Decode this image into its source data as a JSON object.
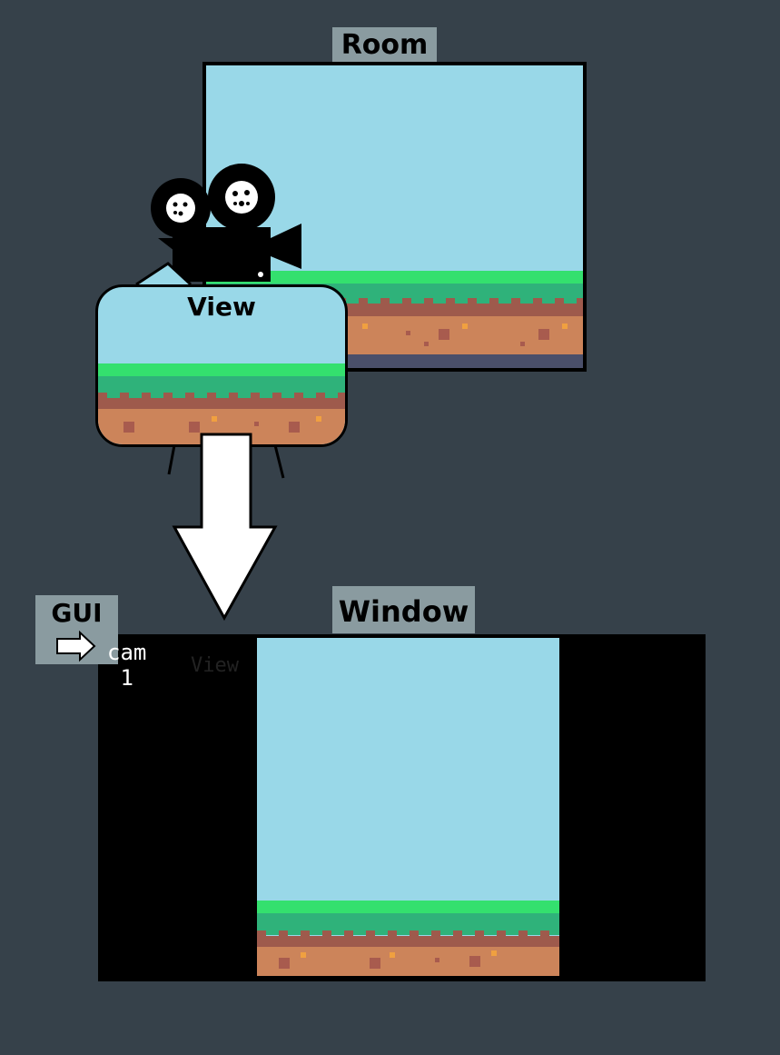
{
  "labels": {
    "room": "Room",
    "view": "View",
    "window": "Window",
    "gui": "GUI",
    "camera_id": "cam\n 1",
    "view_ghost": "View"
  },
  "colors": {
    "background": "#36414a",
    "label_bg": "#8a9ba0",
    "sky": "#99d8e8",
    "grass_light": "#34e06e",
    "grass_dark": "#2fb27a",
    "dirt_top": "#9e5a4c",
    "dirt": "#cc845a",
    "rock": "#4a4f6a"
  },
  "icons": [
    "movie-camera-icon",
    "arrow-right-icon",
    "arrow-down-icon"
  ]
}
